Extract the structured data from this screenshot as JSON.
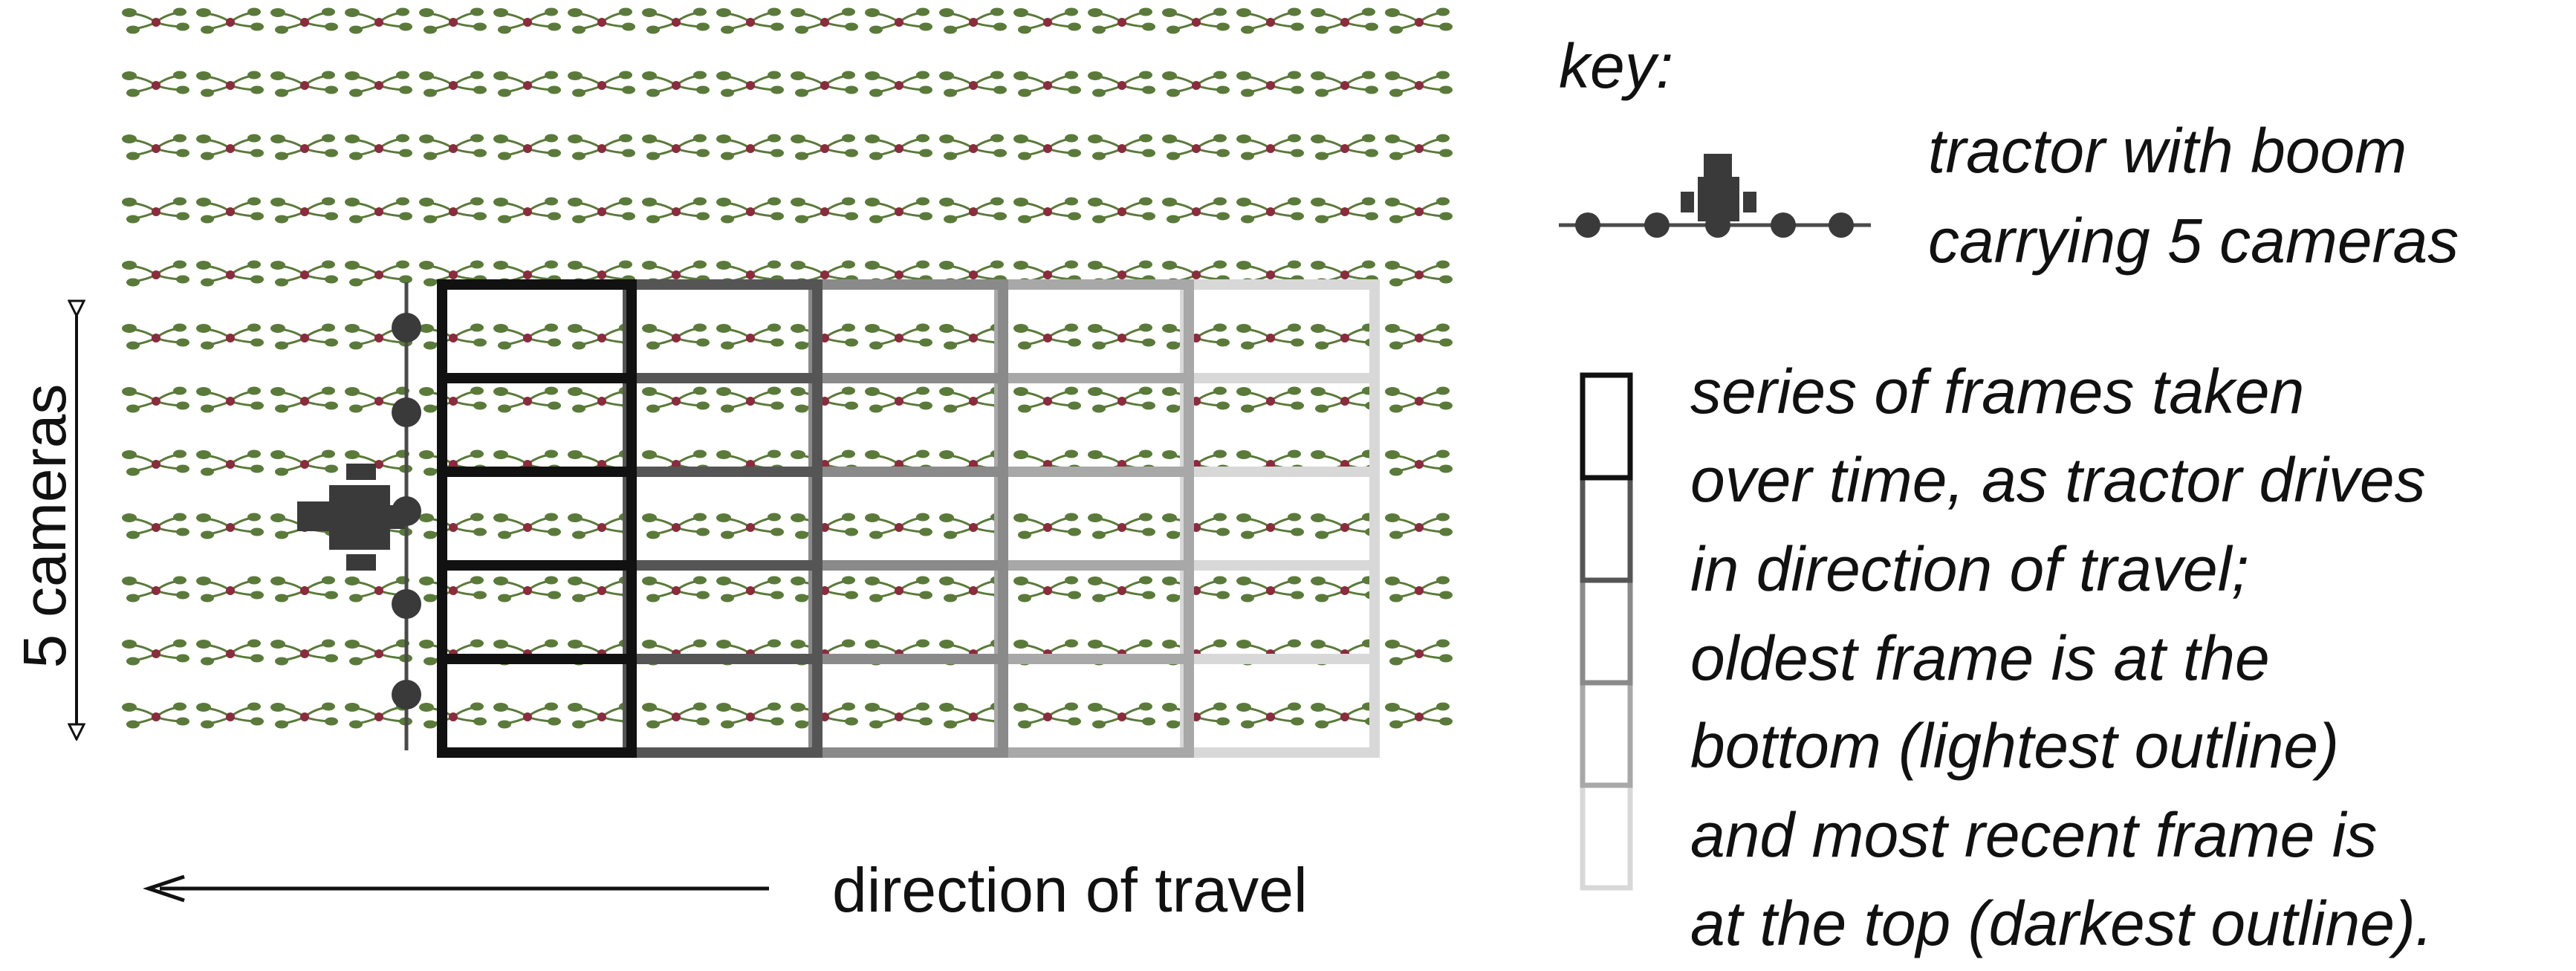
{
  "diagram": {
    "side_label": "5 cameras",
    "direction_label": "direction of travel",
    "key_title": "key:",
    "tractor_key_lines": [
      "tractor with boom",
      "carrying 5 cameras"
    ],
    "frames_key_lines": [
      "series of frames taken",
      "over time, as tractor drives",
      "in direction of travel;",
      "oldest frame is at the",
      "bottom (lightest outline)",
      "and most recent frame is",
      "at the top (darkest outline)."
    ],
    "camera_count": 5,
    "frame_count": 5,
    "crop_row_count": 12,
    "plants_per_row": 18,
    "colors": {
      "frame_shades": [
        "#111111",
        "#555555",
        "#8a8a8a",
        "#a8a8a8",
        "#d8d8d8"
      ],
      "tractor": "#3a3a3a",
      "boom": "#4a4a4a",
      "leaf": "#5a7a3a",
      "radish": "#8c2a3e",
      "text": "#111111"
    }
  }
}
